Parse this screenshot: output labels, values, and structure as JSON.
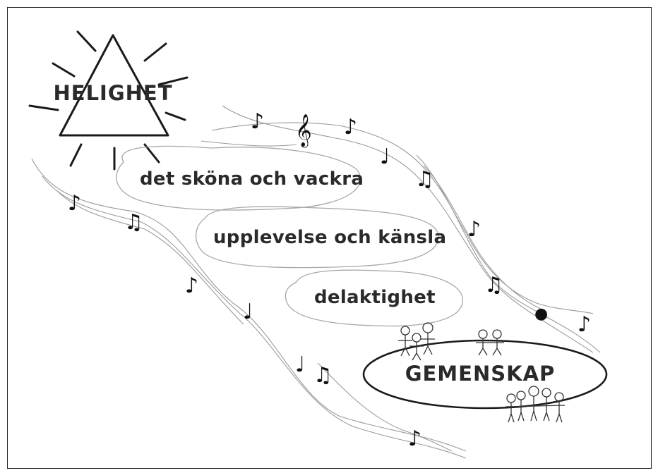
{
  "diagram": {
    "triangle_label": "HELIGHET",
    "steps": [
      "det sköna och vackra",
      "upplevelse och känsla",
      "delaktighet"
    ],
    "goal_label": "GEMENSKAP"
  },
  "icons": {
    "notes": "music-note-icon",
    "people": "people-group-icon"
  }
}
